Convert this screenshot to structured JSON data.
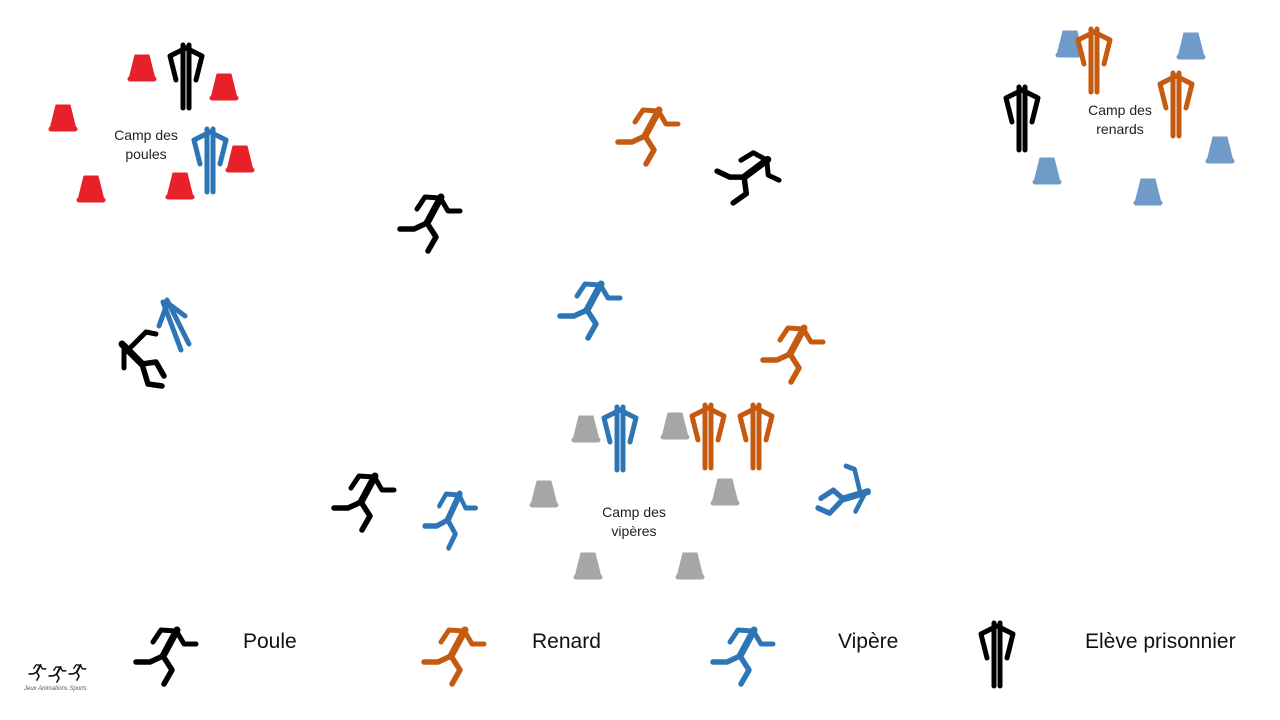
{
  "colors": {
    "poule": "#000000",
    "renard": "#c55a11",
    "vipere": "#2e75b6",
    "prisonnier": "#000000",
    "cone_poules": "#e8202a",
    "cone_renards": "#6e9bc8",
    "cone_viperes": "#a6a6a6"
  },
  "camps": {
    "poules": {
      "line1": "Camp des",
      "line2": "poules"
    },
    "renards": {
      "line1": "Camp des",
      "line2": "renards"
    },
    "viperes": {
      "line1": "Camp des",
      "line2": "vipères"
    }
  },
  "legend": {
    "poule": "Poule",
    "renard": "Renard",
    "vipere": "Vipère",
    "prisonnier": "Elève prisonnier"
  },
  "logo": {
    "text": "Jeux Animations Sports",
    "icon": "runners-logo-icon"
  },
  "icons": {
    "runner": "runner-icon",
    "standing": "standing-person-icon",
    "falling": "falling-person-icon",
    "cone": "cone-icon"
  }
}
